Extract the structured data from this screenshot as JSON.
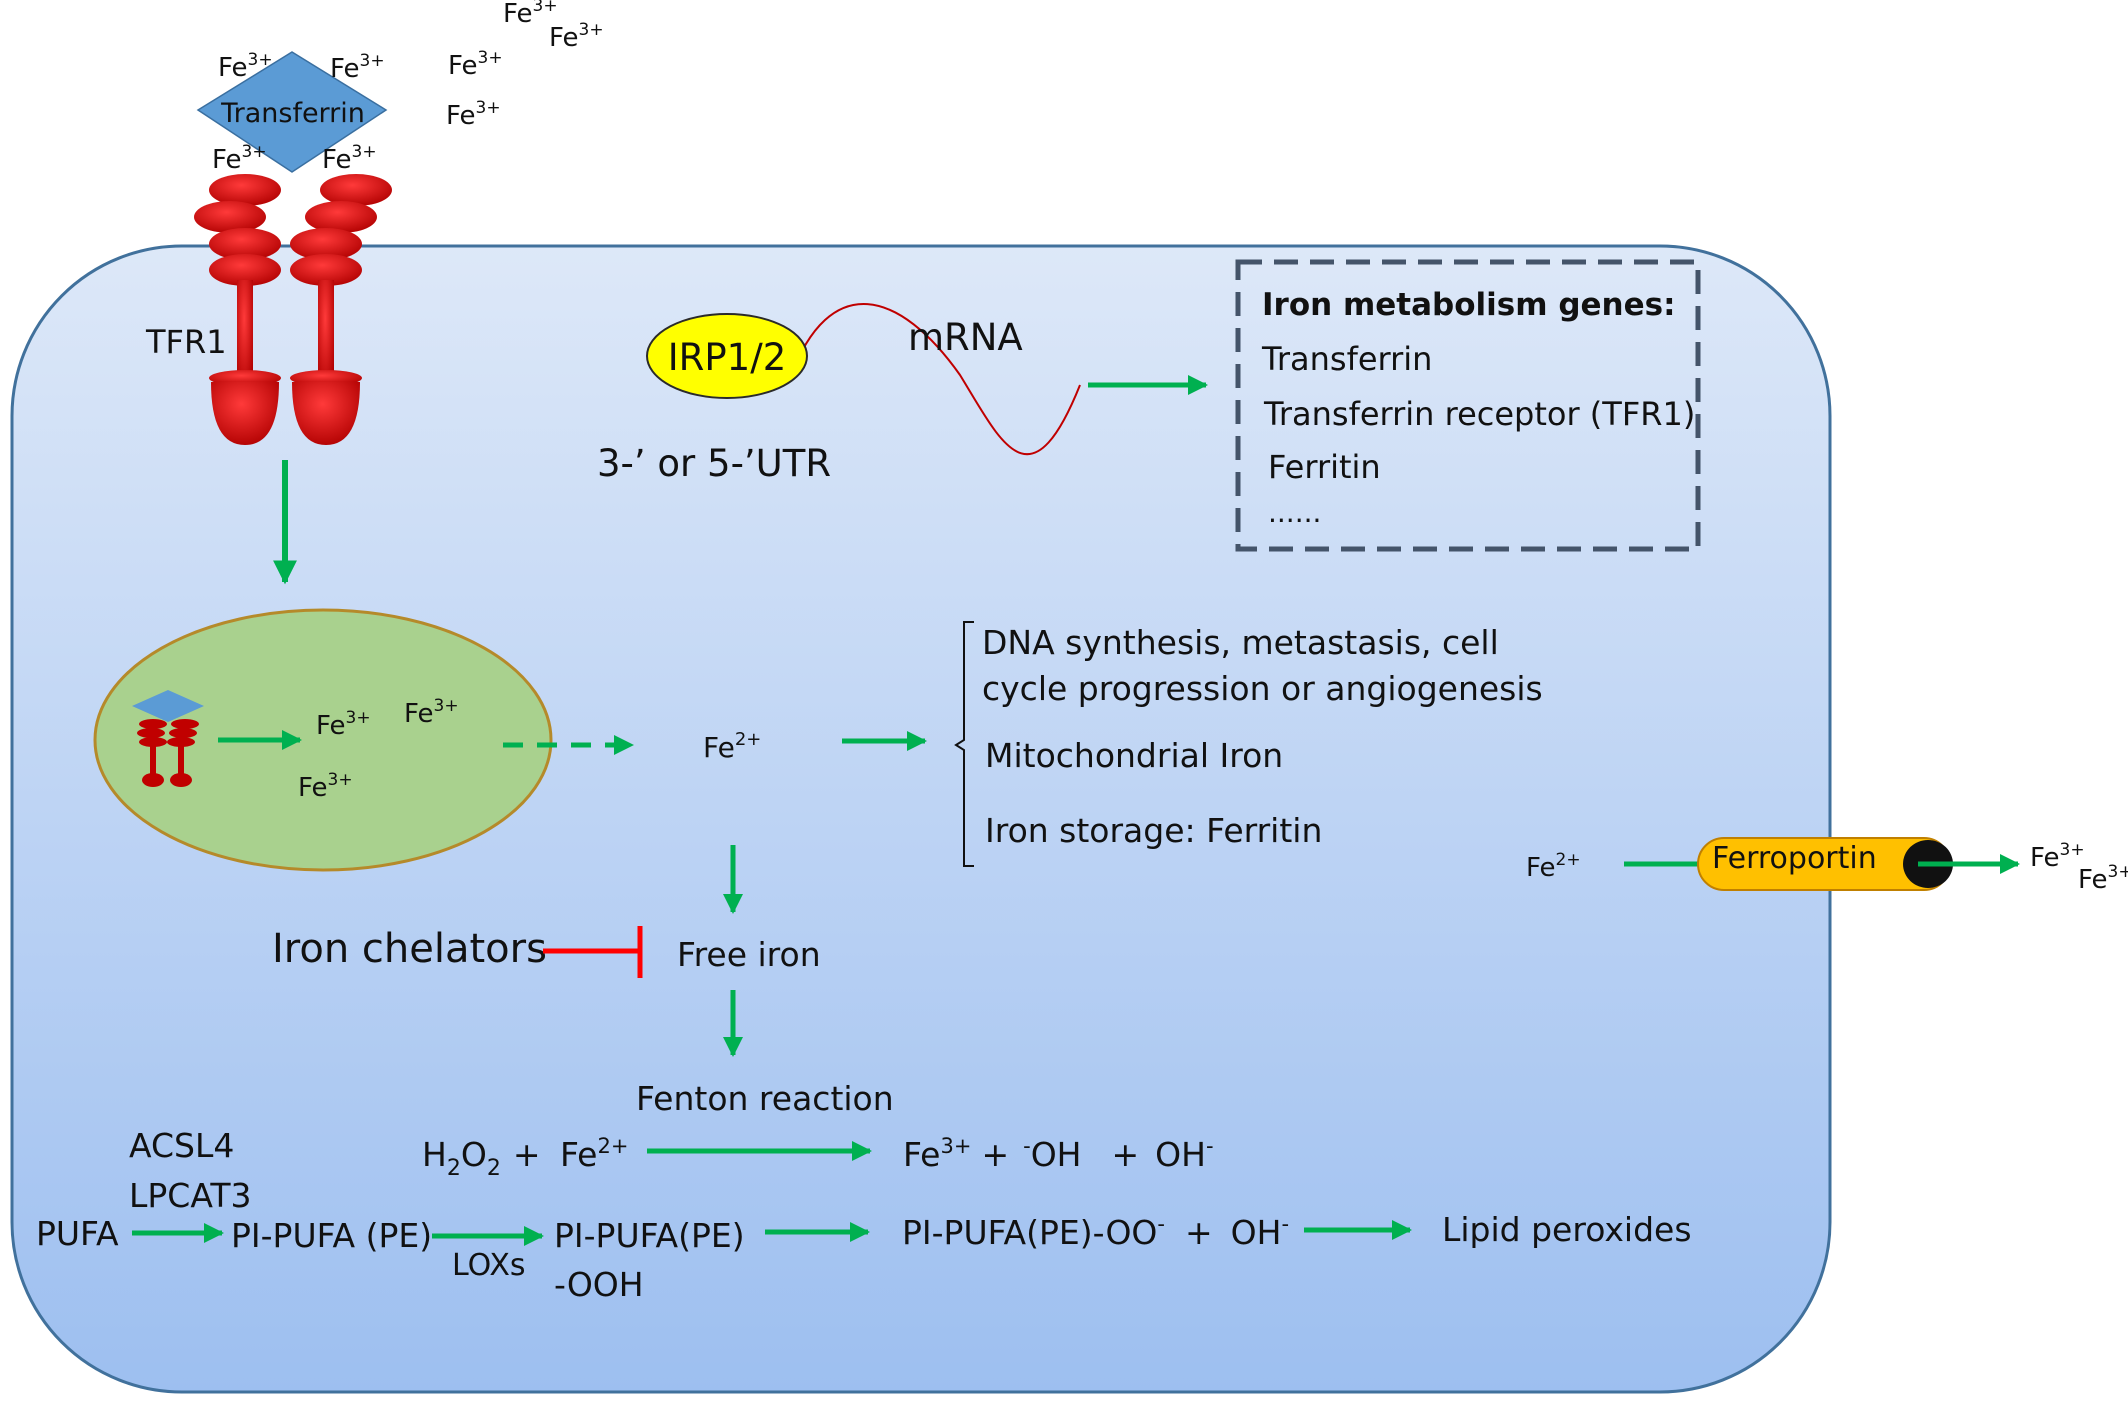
{
  "colors": {
    "cell_fill_top": "#dde8f8",
    "cell_fill_bottom": "#9dbff0",
    "cell_stroke": "#41719c",
    "endosome_fill": "#a9d18e",
    "endosome_stroke": "#b58a2a",
    "transferrin": "#5b9bd5",
    "receptor": "#c00000",
    "arrow_green": "#00b050",
    "inhibit_red": "#ff0000",
    "irp_fill": "#ffff00",
    "mrna_line": "#c00000",
    "box_dash": "#44546a",
    "ferroportin": "#ffc000"
  },
  "extracellular": {
    "transferrin_label": "Transferrin",
    "fe3": "Fe",
    "fe3_sup": "3+"
  },
  "membrane": {
    "tfr1_label": "TFR1",
    "ferroportin_label": "Ferroportin",
    "fe2": "Fe",
    "fe2_sup": "2+"
  },
  "regulation": {
    "irp_label": "IRP1/2",
    "mrna_label": "mRNA",
    "utr_label": "3-’ or 5-’UTR",
    "box_title": "Iron metabolism genes:",
    "genes": [
      "Transferrin",
      "Transferrin receptor (TFR1)",
      "Ferritin",
      "......"
    ]
  },
  "fates": [
    "DNA synthesis, metastasis, cell",
    "cycle progression or angiogenesis",
    "Mitochondrial Iron",
    "Iron storage: Ferritin"
  ],
  "free_iron": {
    "chelators_label": "Iron chelators",
    "free_iron_label": "Free iron",
    "fenton_label": "Fenton reaction"
  },
  "fenton_eq": {
    "h": "H",
    "sub2": "2",
    "o": "O",
    "plus": "+",
    "fe": "Fe",
    "sup2": "2+",
    "sup3": "3+",
    "minus": "-",
    "oh": "OH"
  },
  "lipid": {
    "acsl4": "ACSL4",
    "lpcat3": "LPCAT3",
    "pufa": "PUFA",
    "pi_pufa_pe": "PI-PUFA (PE)",
    "loxs": "LOXs",
    "pi_pufa_pe2": "PI-PUFA(PE)",
    "ooh": "-OOH",
    "peroxyl": "PI-PUFA(PE)-OO",
    "lipid_peroxides": "Lipid peroxides"
  }
}
